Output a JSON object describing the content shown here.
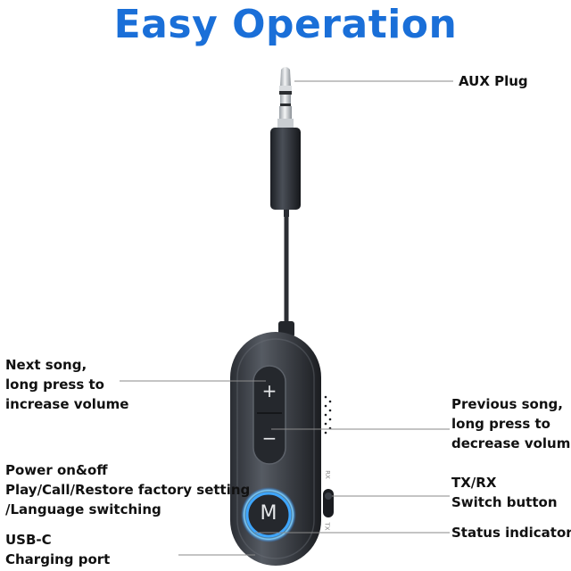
{
  "title": "Easy Operation",
  "device": {
    "plus_symbol": "+",
    "minus_symbol": "−",
    "m_button": "M",
    "rx_marking": "RX",
    "tx_marking": "TX"
  },
  "callouts": {
    "aux_plug": "AUX Plug",
    "next_song": [
      "Next song,",
      "long press to",
      "increase volume"
    ],
    "previous_song": [
      "Previous song,",
      "long press to",
      "decrease volume"
    ],
    "power": [
      "Power on&off",
      "Play/Call/Restore factory setting",
      "/Language switching"
    ],
    "txrx": [
      "TX/RX",
      "Switch button"
    ],
    "usbc": [
      "USB-C",
      "Charging port"
    ],
    "status": "Status indicator"
  }
}
